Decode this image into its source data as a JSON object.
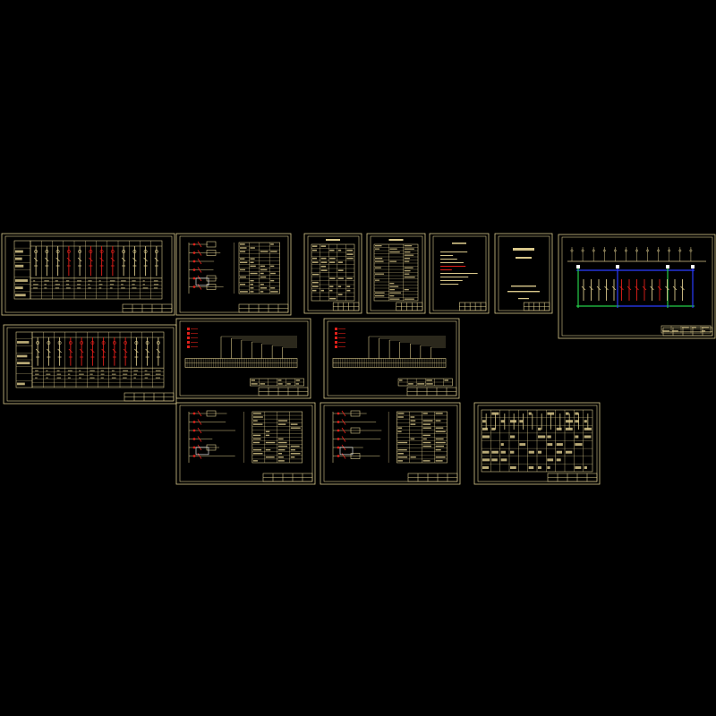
{
  "viewer": {
    "background": "#000000",
    "line_color": "#d8c78a",
    "accent_red": "#e0201a",
    "accent_blue": "#2a3cff",
    "accent_green": "#25d04a",
    "accent_white": "#ffffff"
  },
  "sheets": [
    {
      "id": "sheet-1",
      "kind": "switchgear-row-diagram"
    },
    {
      "id": "sheet-2",
      "kind": "control-circuit"
    },
    {
      "id": "sheet-3",
      "kind": "equipment-table"
    },
    {
      "id": "sheet-4",
      "kind": "drawing-index"
    },
    {
      "id": "sheet-5",
      "kind": "design-notes"
    },
    {
      "id": "sheet-6",
      "kind": "cover"
    },
    {
      "id": "sheet-7",
      "kind": "single-line-diagram"
    },
    {
      "id": "sheet-8",
      "kind": "switchgear-row-diagram"
    },
    {
      "id": "sheet-9",
      "kind": "terminal-wiring"
    },
    {
      "id": "sheet-10",
      "kind": "terminal-wiring"
    },
    {
      "id": "sheet-11",
      "kind": "control-circuit"
    },
    {
      "id": "sheet-12",
      "kind": "control-circuit"
    },
    {
      "id": "sheet-13",
      "kind": "switchgear-table"
    }
  ]
}
